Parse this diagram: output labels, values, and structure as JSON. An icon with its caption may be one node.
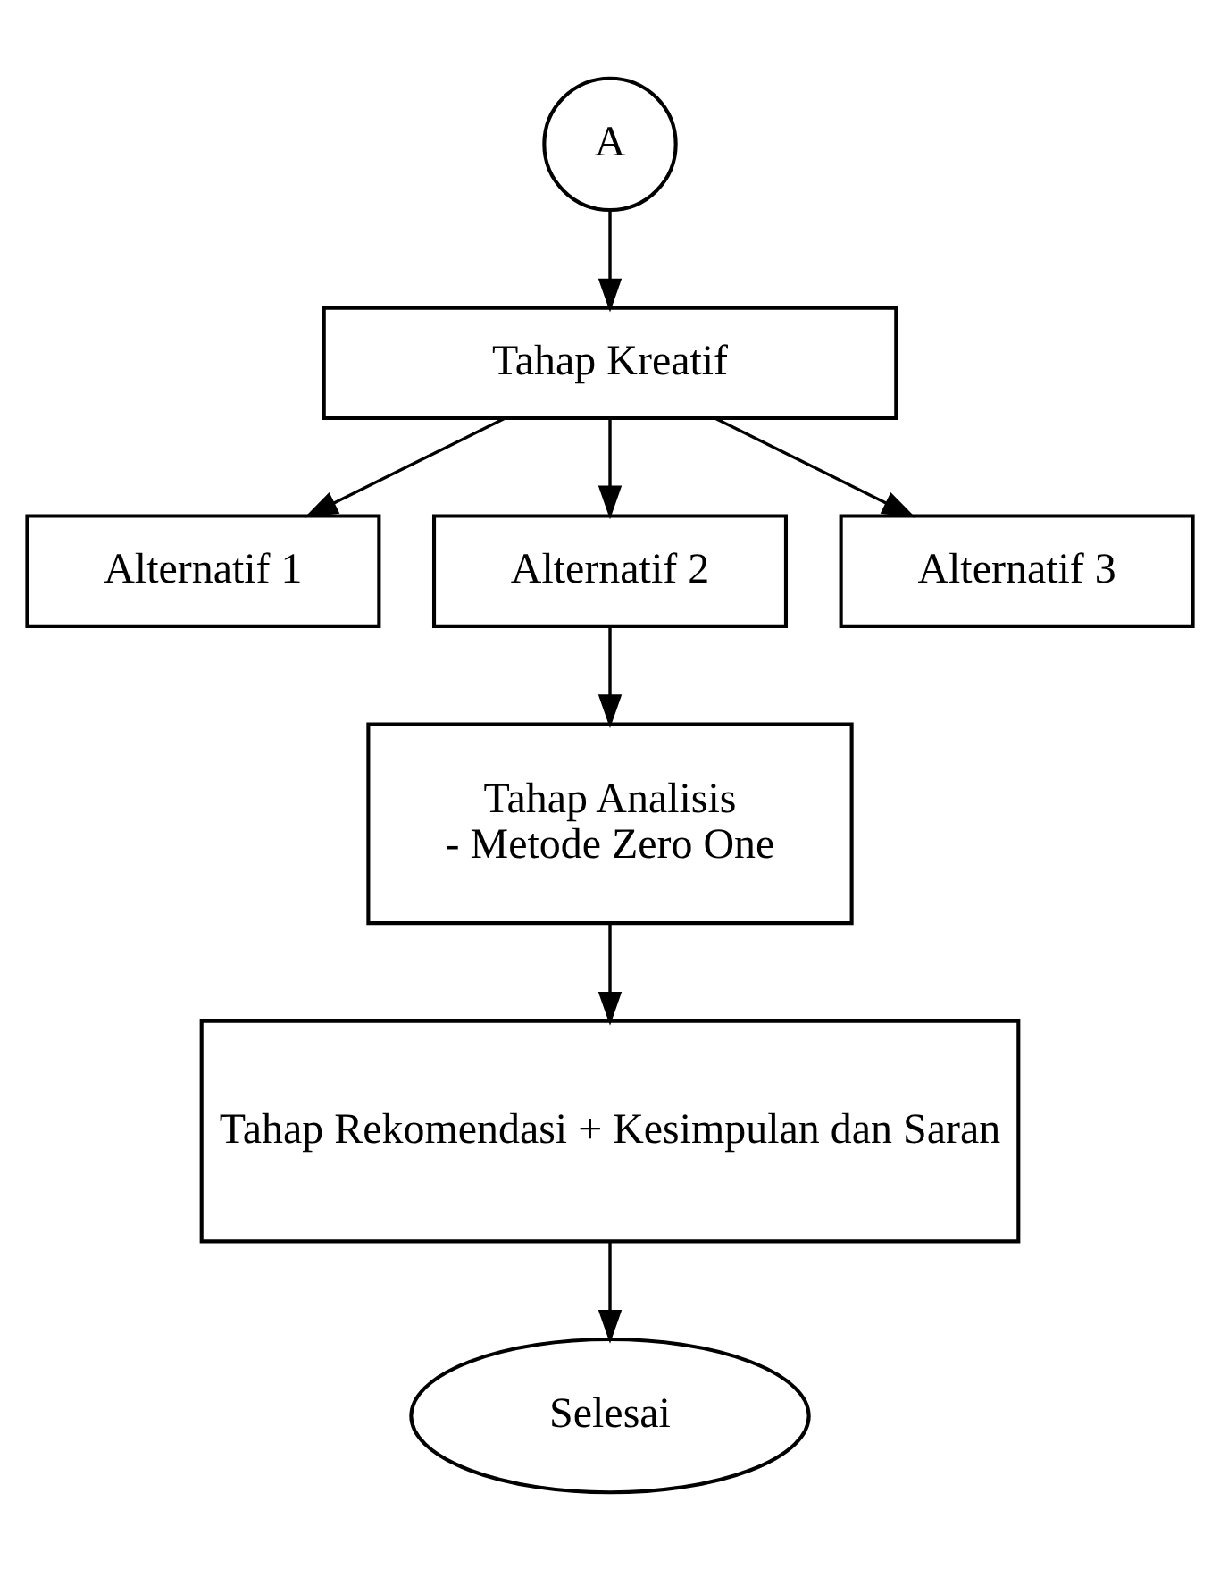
{
  "diagram": {
    "nodes": [
      {
        "text": [
          "A"
        ]
      },
      {
        "text": [
          "Tahap Kreatif"
        ]
      },
      {
        "text": [
          "Alternatif 1"
        ]
      },
      {
        "text": [
          "Alternatif 2"
        ]
      },
      {
        "text": [
          "Alternatif 3"
        ]
      },
      {
        "text": [
          "Tahap Analisis",
          "- Metode Zero One"
        ]
      },
      {
        "text": [
          "Tahap Rekomendasi + Kesimpulan dan Saran"
        ]
      },
      {
        "text": [
          "Selesai"
        ]
      }
    ],
    "edges": [
      {
        "from": 0,
        "to": 1,
        "arrow": "to"
      },
      {
        "from": 1,
        "to": 2,
        "arrow": "to"
      },
      {
        "from": 1,
        "to": 3,
        "arrow": "to"
      },
      {
        "from": 1,
        "to": 4,
        "arrow": "to"
      },
      {
        "from": 3,
        "to": 5,
        "arrow": "to"
      },
      {
        "from": 5,
        "to": 6,
        "arrow": "to"
      },
      {
        "from": 6,
        "to": 7,
        "arrow": "to"
      }
    ]
  }
}
